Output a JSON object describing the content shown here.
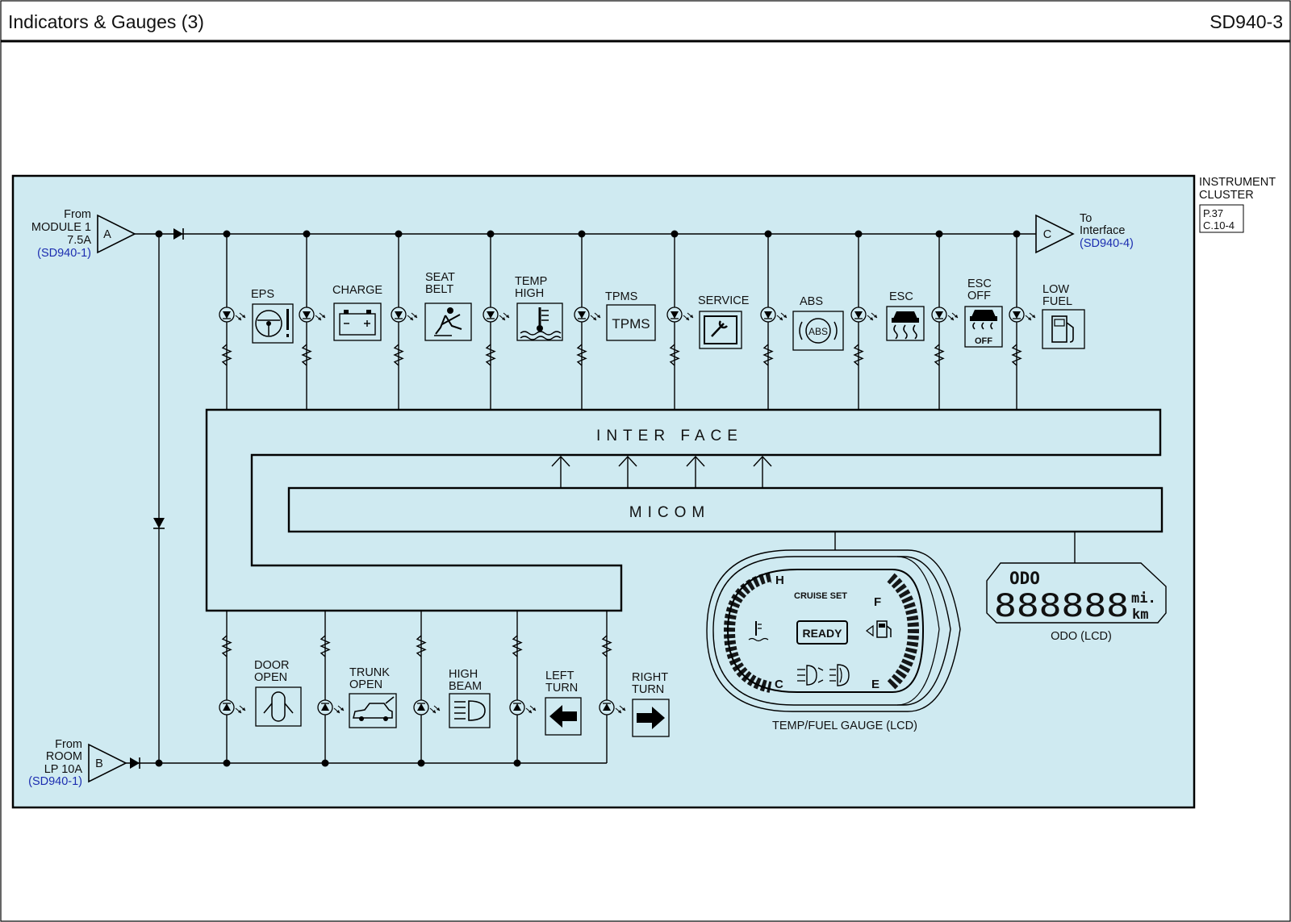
{
  "header": {
    "title": "Indicators & Gauges (3)",
    "code": "SD940-3"
  },
  "component": {
    "name_line1": "INSTRUMENT",
    "name_line2": "CLUSTER",
    "page_ref": "P.37",
    "connector_ref": "C.10-4"
  },
  "connectors": {
    "a": {
      "letter": "A",
      "from": "From",
      "source_line1": "MODULE 1",
      "source_line2": "7.5A",
      "ref": "(SD940-1)"
    },
    "b": {
      "letter": "B",
      "from": "From",
      "source_line1": "ROOM",
      "source_line2": "LP 10A",
      "ref": "(SD940-1)"
    },
    "c": {
      "letter": "C",
      "to_line1": "To",
      "to_line2": "Interface",
      "ref": "(SD940-4)"
    }
  },
  "top_indicators": [
    {
      "line1": "EPS",
      "line2": "",
      "icon": "eps-steering-icon"
    },
    {
      "line1": "CHARGE",
      "line2": "",
      "icon": "battery-icon"
    },
    {
      "line1": "SEAT",
      "line2": "BELT",
      "icon": "seat-belt-icon"
    },
    {
      "line1": "TEMP",
      "line2": "HIGH",
      "icon": "coolant-temp-icon"
    },
    {
      "line1": "TPMS",
      "line2": "",
      "icon": "tpms-icon",
      "icon_text": "TPMS"
    },
    {
      "line1": "SERVICE",
      "line2": "",
      "icon": "wrench-icon"
    },
    {
      "line1": "ABS",
      "line2": "",
      "icon": "abs-icon",
      "icon_text": "ABS"
    },
    {
      "line1": "ESC",
      "line2": "",
      "icon": "esc-icon"
    },
    {
      "line1": "ESC",
      "line2": "OFF",
      "icon": "esc-off-icon",
      "icon_text": "OFF"
    },
    {
      "line1": "LOW",
      "line2": "FUEL",
      "icon": "fuel-pump-icon"
    }
  ],
  "bottom_indicators": [
    {
      "line1": "DOOR",
      "line2": "OPEN",
      "icon": "door-open-icon"
    },
    {
      "line1": "TRUNK",
      "line2": "OPEN",
      "icon": "trunk-open-icon"
    },
    {
      "line1": "HIGH",
      "line2": "BEAM",
      "icon": "high-beam-icon"
    },
    {
      "line1": "LEFT",
      "line2": "TURN",
      "icon": "left-arrow-icon"
    },
    {
      "line1": "RIGHT",
      "line2": "TURN",
      "icon": "right-arrow-icon"
    }
  ],
  "blocks": {
    "interface": "INTER FACE",
    "micom": "MICOM"
  },
  "gauge": {
    "label": "TEMP/FUEL GAUGE (LCD)",
    "h": "H",
    "c": "C",
    "f": "F",
    "e": "E",
    "cruise": "CRUISE SET",
    "ready": "READY"
  },
  "odo": {
    "label": "ODO (LCD)",
    "title": "ODO",
    "digits": "888888",
    "unit_mi": "mi.",
    "unit_km": "km"
  },
  "colors": {
    "cluster_bg": "#cfeaf1",
    "ref_text": "#1c2db0",
    "line": "#000000"
  }
}
